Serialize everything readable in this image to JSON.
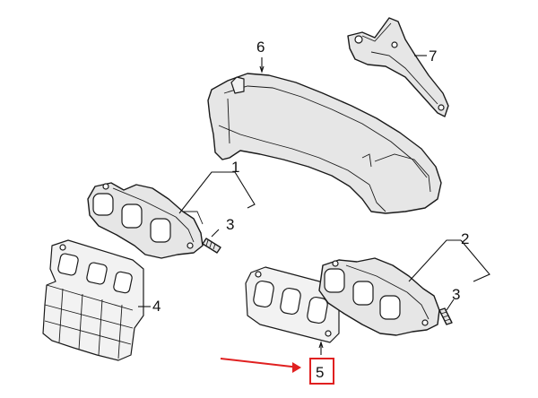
{
  "callouts": {
    "c1": "1",
    "c2": "2",
    "c3a": "3",
    "c3b": "3",
    "c4": "4",
    "c5": "5",
    "c6": "6",
    "c7": "7"
  },
  "highlight": {
    "callout": "5",
    "color": "#e02020"
  },
  "parts": {
    "1": "exhaust-manifold-left",
    "2": "exhaust-manifold-right",
    "3": "stud-bolt",
    "4": "heat-shield-gasket-left",
    "5": "gasket-right",
    "6": "upper-heat-shield",
    "7": "bracket"
  }
}
